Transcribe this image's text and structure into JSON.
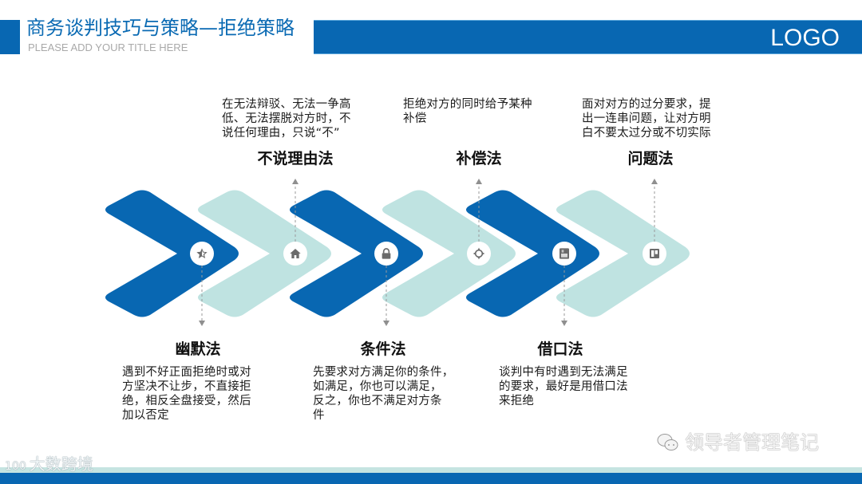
{
  "header": {
    "title": "商务谈判技巧与策略—拒绝策略",
    "subtitle": "PLEASE ADD YOUR TITLE HERE",
    "logo": "LOGO"
  },
  "colors": {
    "primary_blue": "#0867b2",
    "light_teal": "#bfe3e1",
    "text_dark": "#1c1c1c",
    "subtitle_gray": "#a9a9a9"
  },
  "steps": [
    {
      "label": "幽默法",
      "position": "below",
      "chevron_color": "primary_blue",
      "icon": "star-icon",
      "description_lines": [
        "遇到不好正面拒绝时或对",
        "方坚决不让步，不直接拒",
        "绝，相反全盘接受，然后",
        "加以否定"
      ]
    },
    {
      "label": "不说理由法",
      "position": "above",
      "chevron_color": "light_teal",
      "icon": "home-icon",
      "description_lines": [
        "在无法辩驳、无法一争高",
        "低、无法摆脱对方时，不",
        "说任何理由，只说“不”"
      ]
    },
    {
      "label": "条件法",
      "position": "below",
      "chevron_color": "primary_blue",
      "icon": "lock-icon",
      "description_lines": [
        "先要求对方满足你的条件，",
        "如满足，你也可以满足，",
        "反之，你也不满足对方条",
        "件"
      ]
    },
    {
      "label": "补偿法",
      "position": "above",
      "chevron_color": "light_teal",
      "icon": "crosshair-icon",
      "description_lines": [
        "拒绝对方的同时给予某种",
        "补偿"
      ]
    },
    {
      "label": "借口法",
      "position": "below",
      "chevron_color": "primary_blue",
      "icon": "youtube-icon",
      "description_lines": [
        "谈判中有时遇到无法满足",
        "的要求，最好是用借口法",
        "来拒绝"
      ]
    },
    {
      "label": "问题法",
      "position": "above",
      "chevron_color": "light_teal",
      "icon": "trello-icon",
      "description_lines": [
        "面对对方的过分要求，提",
        "出一连串问题，让对方明",
        "白不要太过分或不切实际"
      ]
    }
  ],
  "watermarks": {
    "left": "大数跨境",
    "left_badge": "100",
    "right": "领导者管理笔记"
  }
}
